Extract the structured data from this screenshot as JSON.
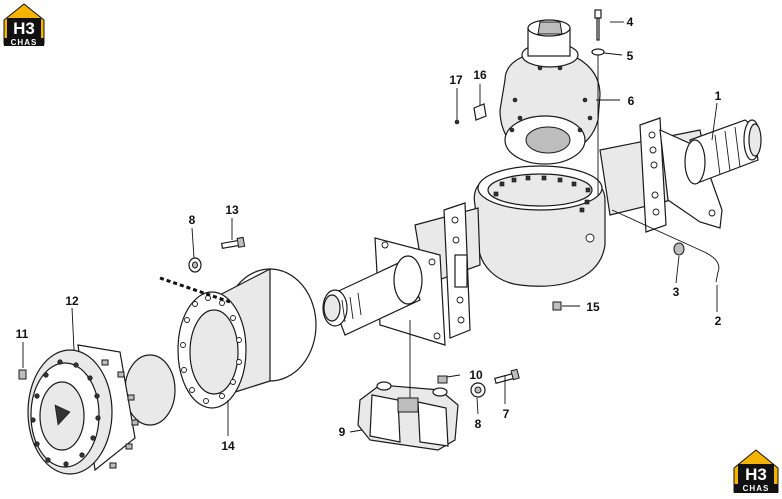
{
  "logo": {
    "brand_top": "H3",
    "brand_bottom": "CHAS",
    "accent_color": "#f4b400",
    "dark_color": "#111111"
  },
  "callouts": [
    {
      "id": "1",
      "text": "1"
    },
    {
      "id": "2",
      "text": "2"
    },
    {
      "id": "3",
      "text": "3"
    },
    {
      "id": "4",
      "text": "4"
    },
    {
      "id": "5",
      "text": "5"
    },
    {
      "id": "6",
      "text": "6"
    },
    {
      "id": "7",
      "text": "7"
    },
    {
      "id": "8a",
      "text": "8"
    },
    {
      "id": "8b",
      "text": "8"
    },
    {
      "id": "9",
      "text": "9"
    },
    {
      "id": "10",
      "text": "10"
    },
    {
      "id": "11",
      "text": "11"
    },
    {
      "id": "12",
      "text": "12"
    },
    {
      "id": "13",
      "text": "13"
    },
    {
      "id": "14",
      "text": "14"
    },
    {
      "id": "15",
      "text": "15"
    },
    {
      "id": "16",
      "text": "16"
    },
    {
      "id": "17",
      "text": "17"
    }
  ]
}
